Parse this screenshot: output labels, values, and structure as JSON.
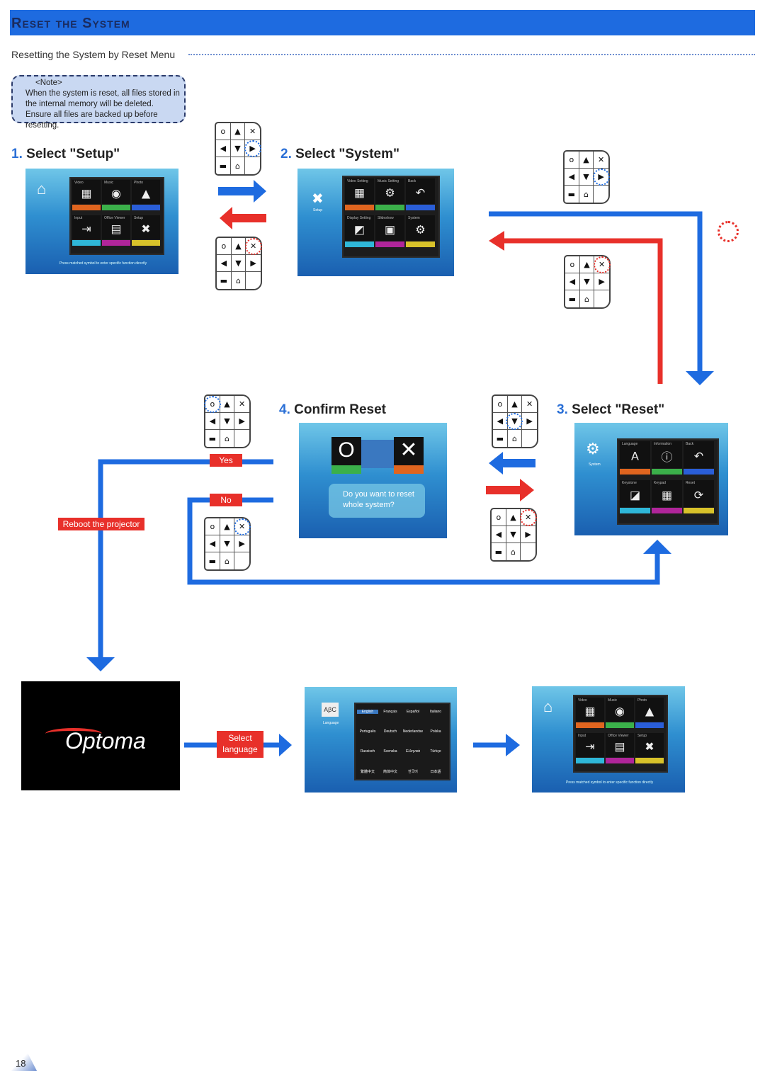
{
  "header": {
    "title": "Reset the System",
    "subtitle": "Resetting the System by Reset Menu"
  },
  "note": {
    "title": "<Note>",
    "text": "When the system is reset, all files stored in the internal memory will be deleted. Ensure all files are backed up before resetting."
  },
  "steps": [
    {
      "num": "1.",
      "label": "Select \"Setup\""
    },
    {
      "num": "2.",
      "label": "Select \"System\""
    },
    {
      "num": "3.",
      "label": "Select \"Reset\""
    },
    {
      "num": "4.",
      "label": "Confirm Reset"
    }
  ],
  "keypad": {
    "k1": "o",
    "k2": "▲",
    "k3": "✕",
    "k4": "◀",
    "k5": "▼",
    "k6": "▶",
    "k7": "▬",
    "k8": "⌂",
    "k9": ""
  },
  "screen_main": {
    "labels": [
      "Video",
      "Music",
      "Photo",
      "Input",
      "Office Viewer",
      "Setup"
    ],
    "footer": "Press matched symbol to enter specific function directly"
  },
  "screen_setup": {
    "side_label": "Setup",
    "labels": [
      "Video Setting",
      "Music Setting",
      "Back",
      "Display Setting",
      "Slideshow",
      "System"
    ]
  },
  "screen_system": {
    "side_label": "System",
    "labels": [
      "Language",
      "Information",
      "Back",
      "Keystone",
      "Keypad",
      "Reset"
    ]
  },
  "confirm": {
    "question_line1": "Do you want to reset",
    "question_line2": "whole system?"
  },
  "tags": {
    "yes": "Yes",
    "no": "No",
    "reboot": "Reboot the projector",
    "select_lang_1": "Select",
    "select_lang_2": "language"
  },
  "logo": "Optoma",
  "languages": {
    "side_label": "Language",
    "items": [
      "English",
      "Français",
      "Español",
      "Italiano",
      "Português",
      "Deutsch",
      "Nederlandse",
      "Polska",
      "Russisch",
      "Svenska",
      "Ελληνικά",
      "Türkçe",
      "繁體中文",
      "简体中文",
      "한국어",
      "日本語"
    ]
  },
  "page_number": "18",
  "colors": {
    "accent": "#1e6be0",
    "red": "#e8302a"
  }
}
